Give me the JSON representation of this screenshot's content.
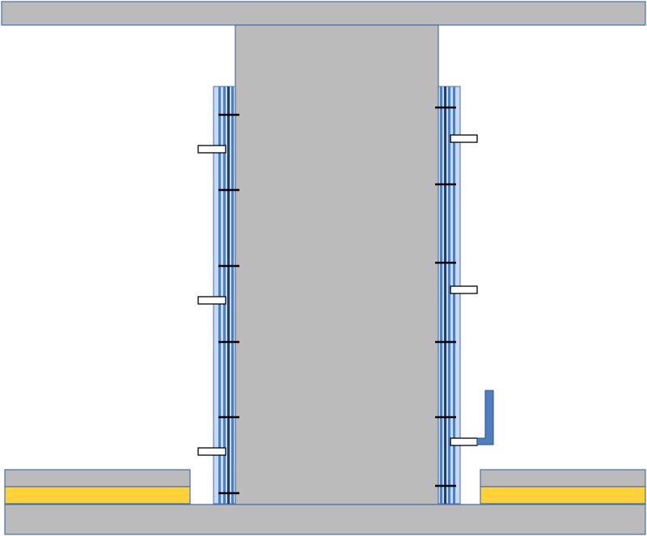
{
  "colors": {
    "concrete": "#bbbbbb",
    "outline": "#4a6fa5",
    "layer_blue": "#4f7fc0",
    "layer_light": "#c9daf0",
    "layer_dark": "#1f3f73",
    "insulation": "#ffd23a",
    "tie_black": "#000000",
    "spacer_fill": "#ffffff"
  },
  "icons": {
    "tie": "horizontal-tie-line",
    "spacer": "rectangle-spacer",
    "bracket": "l-bracket"
  }
}
